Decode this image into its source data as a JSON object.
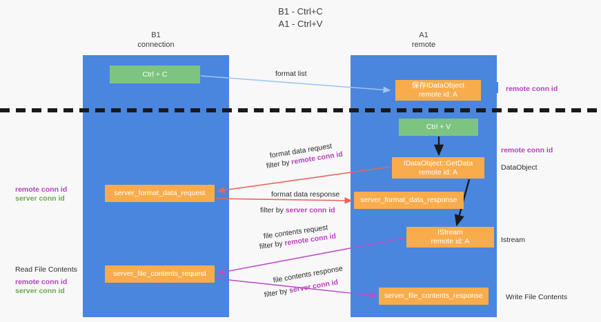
{
  "title": {
    "line1": "B1 - Ctrl+C",
    "line2": "A1 - Ctrl+V"
  },
  "lanes": [
    {
      "name": "B1",
      "sub": "connection",
      "color": "#4a86dd"
    },
    {
      "name": "A1",
      "sub": "remote",
      "color": "#4a86dd"
    }
  ],
  "nodes": {
    "ctrl_c": {
      "l1": "Ctrl + C",
      "l2": "",
      "color": "#7cc47f"
    },
    "save_dataobj": {
      "l1": "保存IDataObject",
      "l2": "remote id: A",
      "color": "#f9ac4b"
    },
    "ctrl_v": {
      "l1": "Ctrl + V",
      "l2": "",
      "color": "#7cc47f"
    },
    "get_data": {
      "l1": "IDataObject::GetData",
      "l2": "remote id: A",
      "color": "#f9ac4b"
    },
    "fmt_data_req": {
      "l1": "server_format_data_request",
      "l2": "",
      "color": "#f9ac4b"
    },
    "fmt_data_res": {
      "l1": "server_format_data_response",
      "l2": "",
      "color": "#f9ac4b"
    },
    "istream": {
      "l1": "IStream",
      "l2": "remote id: A",
      "color": "#f9ac4b"
    },
    "file_req": {
      "l1": "server_file_contents_request",
      "l2": "",
      "color": "#f9ac4b"
    },
    "file_res": {
      "l1": "server_file_contents_response",
      "l2": "",
      "color": "#f9ac4b"
    }
  },
  "edges": {
    "format_list": "format list",
    "fmt_req_l1": "format data request",
    "fmt_req_l2_prefix": "filter by ",
    "fmt_req_l2_accent": "remote conn id",
    "fmt_res_l1": "format data response",
    "fmt_res_l2_prefix": "filter by ",
    "fmt_res_l2_accent": "server conn id",
    "file_req_l1": "file contents request",
    "file_req_l2_prefix": "filter by ",
    "file_req_l2_accent": "remote conn id",
    "file_res_l1": "file contents response",
    "file_res_l2_prefix": "filter by ",
    "file_res_l2_accent": "server conn id"
  },
  "side_labels": {
    "right_remote_conn_1": "remote conn id",
    "right_remote_conn_2": "remote conn id",
    "right_dataobject": "DataObject",
    "right_istream": "Istream",
    "right_write_file": "Write File Contents",
    "left_remote_conn_1": "remote conn id",
    "left_server_conn_1": "server conn id",
    "left_read_file": "Read File Contents",
    "left_remote_conn_2": "remote conn id",
    "left_server_conn_2": "server conn id"
  },
  "colors": {
    "lane_blue": "#4a86dd",
    "node_green": "#7cc47f",
    "node_orange": "#f9ac4b",
    "accent_purple": "#b83fc0",
    "accent_green": "#6aa84f",
    "arrow_lightblue": "#9fc5f0",
    "arrow_red": "#e8645a",
    "arrow_magenta": "#bb4ec9",
    "arrow_black": "#1a1a1a",
    "divider_black": "#1a1a1a",
    "background": "#f8f8f8"
  }
}
